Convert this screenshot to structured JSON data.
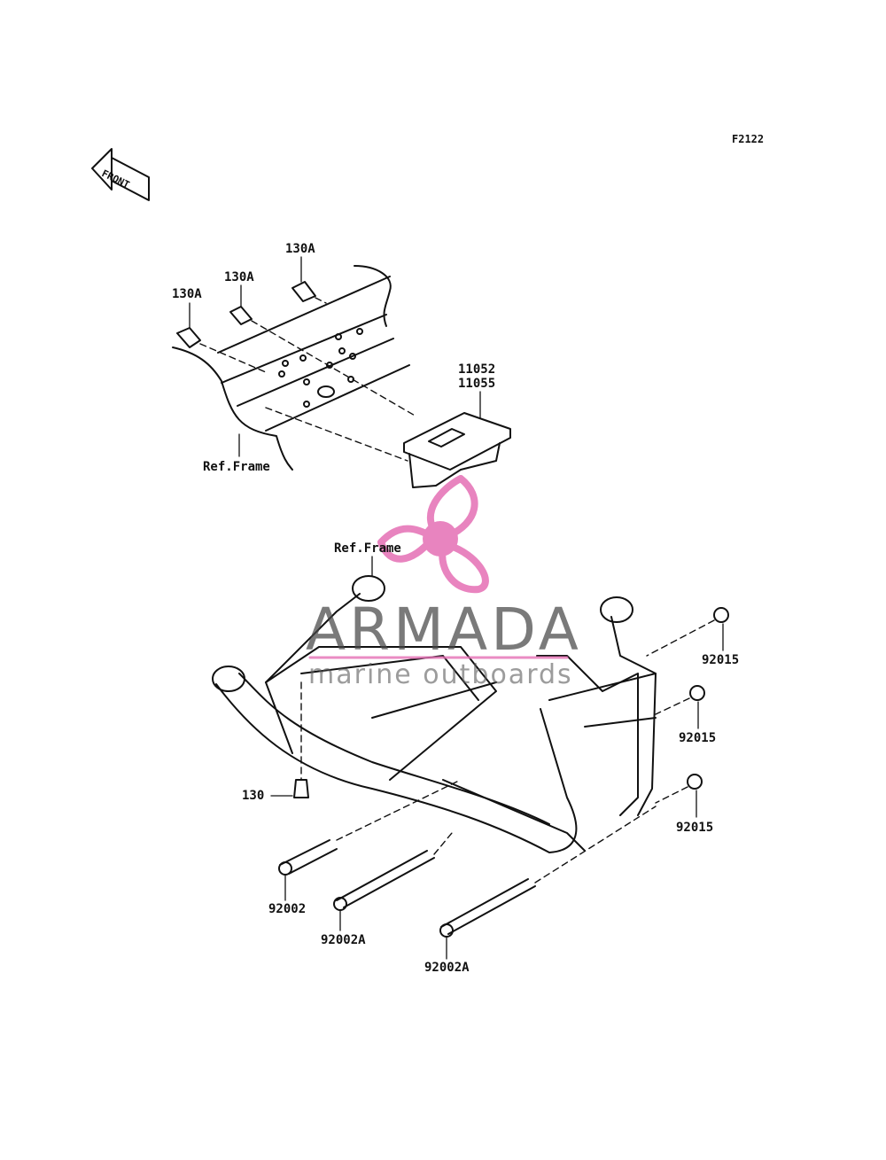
{
  "diagram": {
    "code": "F2122",
    "front_label": "FRONT",
    "parts": {
      "bolt_130A_left": "130A",
      "bolt_130A_mid": "130A",
      "bolt_130A_right": "130A",
      "bracket": [
        "11052",
        "11055"
      ],
      "ref_frame_upper": "Ref.Frame",
      "ref_frame_lower": "Ref.Frame",
      "nut_92015_top": "92015",
      "nut_92015_mid": "92015",
      "nut_92015_bottom": "92015",
      "bolt_130": "130",
      "bolt_92002": "92002",
      "bolt_92002A_a": "92002A",
      "bolt_92002A_b": "92002A"
    }
  },
  "watermark": {
    "brand": "ARMADA",
    "tagline": "marine outboards",
    "logo_icon": "propeller-icon",
    "colors": {
      "logo": "#e56fb4",
      "text": "#464646"
    }
  }
}
